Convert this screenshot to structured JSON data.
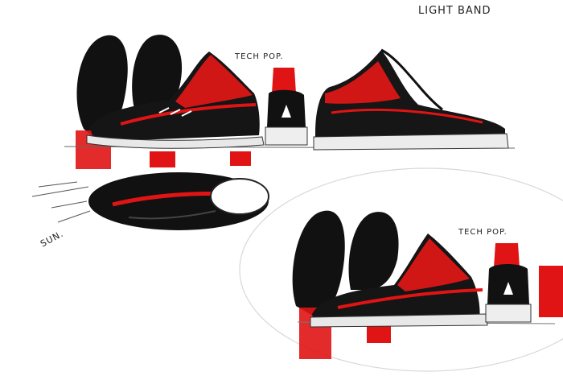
{
  "sketch": {
    "annotations": {
      "light_band": "LIGHT BAND",
      "tech_pop_top": "TECH POP.",
      "tech_pop_bottom": "TECH POP.",
      "signature": "SUN."
    },
    "colors": {
      "ink": "#111111",
      "accent": "#e01414",
      "paper": "#ffffff",
      "sole": "#e8e8e8"
    },
    "views": [
      "top-row-lateral-sets",
      "outsole-bottom-view",
      "bottom-right-circle-set"
    ]
  }
}
